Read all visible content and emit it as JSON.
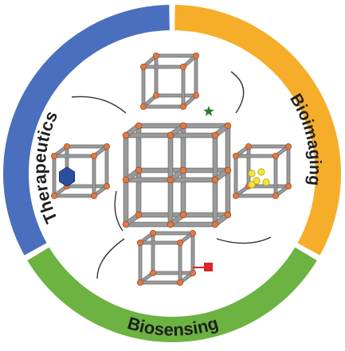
{
  "ring": {
    "segments": [
      {
        "id": "therapeutics",
        "label": "Therapeutics",
        "color": "#4a6fbf"
      },
      {
        "id": "bioimaging",
        "label": "Bioimaging",
        "color": "#f5ad2a"
      },
      {
        "id": "biosensing",
        "label": "Biosensing",
        "color": "#6cb342"
      }
    ]
  },
  "colors": {
    "strut": "#9a9a9a",
    "strut_dark": "#6e6e6e",
    "node": "#e07a45",
    "node_dark": "#a34e25",
    "blue_blob": "#2a4f9e",
    "yellow_dot": "#f0e53a",
    "green_star": "#2f7a2f",
    "red_marker": "#d8262b",
    "line": "#333333"
  },
  "icons": {
    "center": "mof-cluster-icon",
    "top": "mof-cube-star-icon",
    "left": "mof-cube-blob-icon",
    "right": "mof-cube-dots-icon",
    "bottom": "mof-cube-probe-icon"
  }
}
